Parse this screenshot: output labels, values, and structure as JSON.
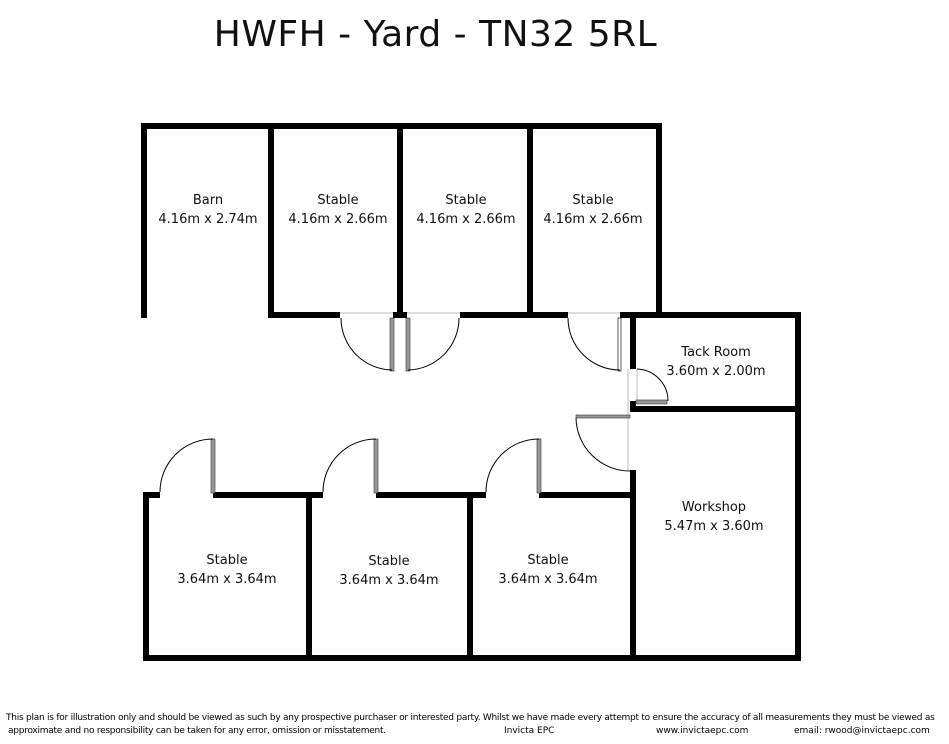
{
  "title": "HWFH  - Yard - TN32 5RL",
  "colors": {
    "wall": "#000000",
    "door_leaf": "#888888",
    "background": "#ffffff"
  },
  "rooms": [
    {
      "name": "Barn",
      "size": "4.16m x 2.74m"
    },
    {
      "name": "Stable",
      "size": "4.16m x 2.66m"
    },
    {
      "name": "Stable",
      "size": "4.16m x 2.66m"
    },
    {
      "name": "Stable",
      "size": "4.16m x 2.66m"
    },
    {
      "name": "Tack Room",
      "size": "3.60m x 2.00m"
    },
    {
      "name": "Stable",
      "size": "3.64m x 3.64m"
    },
    {
      "name": "Stable",
      "size": "3.64m x 3.64m"
    },
    {
      "name": "Stable",
      "size": "3.64m x 3.64m"
    },
    {
      "name": "Workshop",
      "size": "5.47m x 3.60m"
    }
  ],
  "footer": {
    "disclaimer_line1": "This plan is for illustration only and should be viewed as such by any prospective purchaser or interested party. Whilst we have made every attempt to ensure the accuracy of all measurements they must be viewed as",
    "disclaimer_line2": "approximate and no responsibility can be taken for any error, omission or misstatement.",
    "company": "Invicta EPC",
    "website": "www.invictaepc.com",
    "email": "email: rwood@invictaepc.com"
  }
}
